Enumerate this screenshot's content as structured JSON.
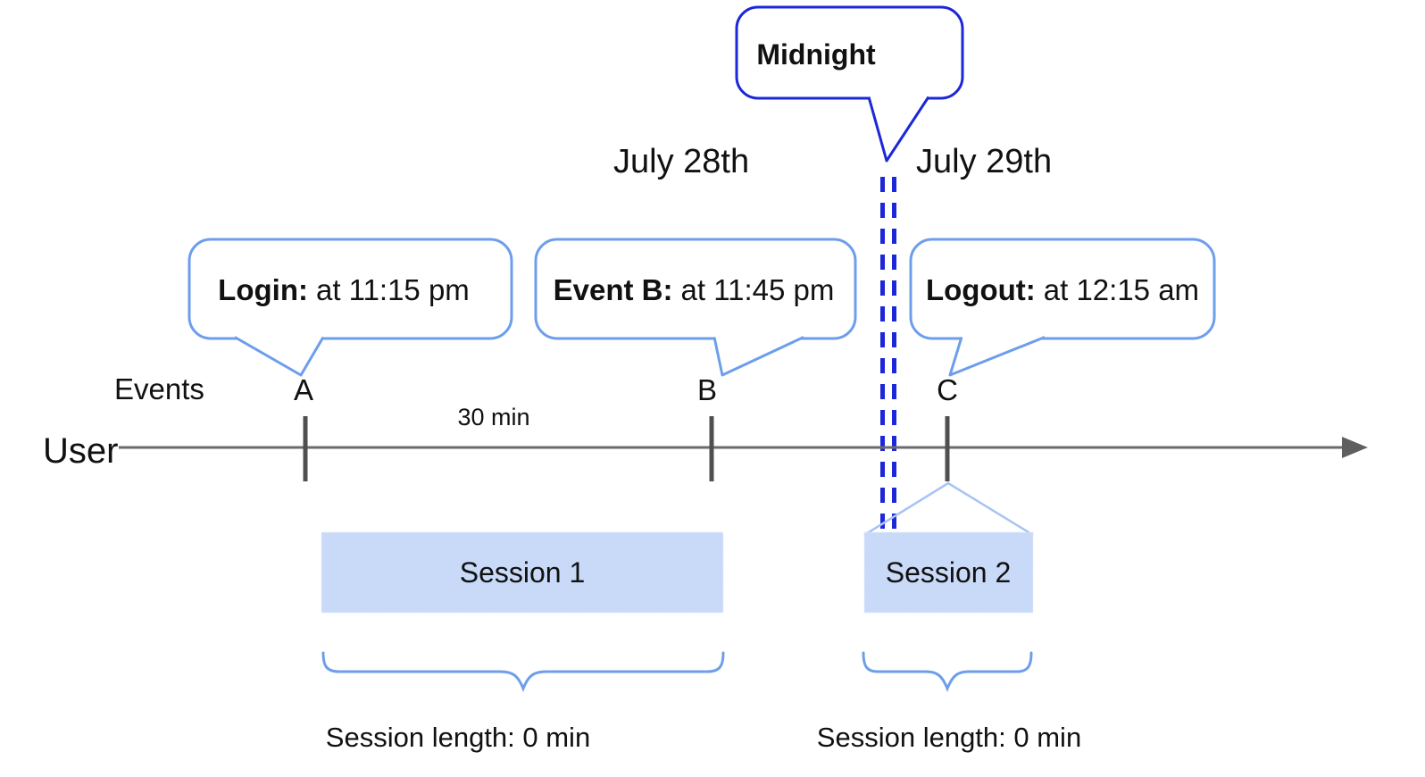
{
  "diagram": {
    "title_note": "user session across midnight timeline",
    "midnight_callout": {
      "label": "Midnight"
    },
    "dates": {
      "left": "July 28th",
      "right": "July 29th"
    },
    "event_callouts": [
      {
        "label": "Login:",
        "detail": "at 11:15 pm"
      },
      {
        "label": "Event B:",
        "detail": "at 11:45 pm"
      },
      {
        "label": "Logout:",
        "detail": "at 12:15 am"
      }
    ],
    "axis": {
      "events_label": "Events",
      "user_label": "User",
      "interval_label": "30 min",
      "event_marks": [
        "A",
        "B",
        "C"
      ]
    },
    "sessions": [
      {
        "label": "Session 1",
        "length_label": "Session length: 0 min"
      },
      {
        "label": "Session 2",
        "length_label": "Session length: 0 min"
      }
    ],
    "colors": {
      "midnight_blue": "#1b27d8",
      "callout_blue": "#6d9eeb",
      "session_fill": "#c9daf8",
      "roof_blue": "#a7c4f5",
      "axis_gray": "#6b6b6b",
      "tick_gray": "#4f4f4f"
    }
  }
}
